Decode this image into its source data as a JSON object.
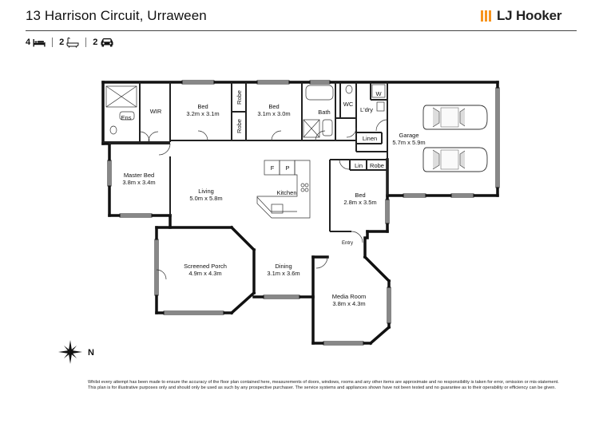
{
  "header": {
    "address": "13 Harrison Circuit, Urraween",
    "logo_text": "LJ Hooker",
    "brand_color": "#f7941d"
  },
  "features": [
    {
      "count": "4",
      "icon": "bed-icon"
    },
    {
      "count": "2",
      "icon": "bath-icon"
    },
    {
      "count": "2",
      "icon": "car-icon"
    }
  ],
  "rooms": {
    "ens": {
      "name": "Ens"
    },
    "wir": {
      "name": "WIR"
    },
    "bed2": {
      "name": "Bed",
      "size": "3.2m x 3.1m"
    },
    "robe1": {
      "name": "Robe"
    },
    "robe2": {
      "name": "Robe"
    },
    "bed3": {
      "name": "Bed",
      "size": "3.1m x 3.0m"
    },
    "bath": {
      "name": "Bath"
    },
    "wc": {
      "name": "WC"
    },
    "ldry": {
      "name": "L'dry"
    },
    "w": {
      "name": "W"
    },
    "linen": {
      "name": "Linen"
    },
    "garage": {
      "name": "Garage",
      "size": "5.7m x 5.9m"
    },
    "master": {
      "name": "Master Bed",
      "size": "3.8m x 3.4m"
    },
    "living": {
      "name": "Living",
      "size": "5.0m x 5.8m"
    },
    "kitchen": {
      "name": "Kitchen"
    },
    "fridge": {
      "name": "F"
    },
    "pantry": {
      "name": "P"
    },
    "lin": {
      "name": "Lin"
    },
    "robe3": {
      "name": "Robe"
    },
    "bed4": {
      "name": "Bed",
      "size": "2.8m x 3.5m"
    },
    "entry": {
      "name": "Entry"
    },
    "porch": {
      "name": "Screened Porch",
      "size": "4.9m x 4.3m"
    },
    "dining": {
      "name": "Dining",
      "size": "3.1m x 3.6m"
    },
    "media": {
      "name": "Media Room",
      "size": "3.8m x 4.3m"
    }
  },
  "compass": {
    "label": "N"
  },
  "disclaimer": {
    "line1": "Whilst every attempt has been made to ensure the accuracy of the floor plan contained here, measurements of doors, windows, rooms and any other items are approximate and no responsibility is taken for error, omission  or mis-statement.",
    "line2": "This plan is for illustrative purposes only and should only be used as such by any prospective purchaser. The service systems and appliances shown have not been tested and no guarantee as to their operability or efficiency can be given."
  }
}
